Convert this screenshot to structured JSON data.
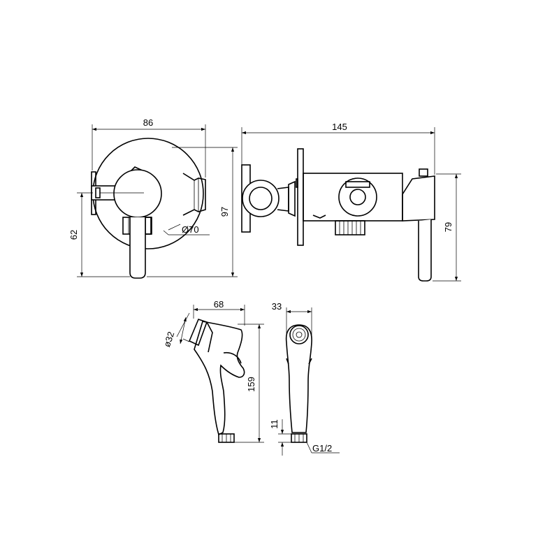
{
  "dimensions": {
    "front_width": "86",
    "front_height": "97",
    "front_lower": "62",
    "plate_diameter": "Ø70",
    "side_length": "145",
    "side_height": "79",
    "spray_length": "68",
    "spray_head_diameter": "ø32",
    "spray_height": "159",
    "spray_width": "33",
    "spray_thread_length": "11",
    "spray_thread": "G1/2"
  }
}
